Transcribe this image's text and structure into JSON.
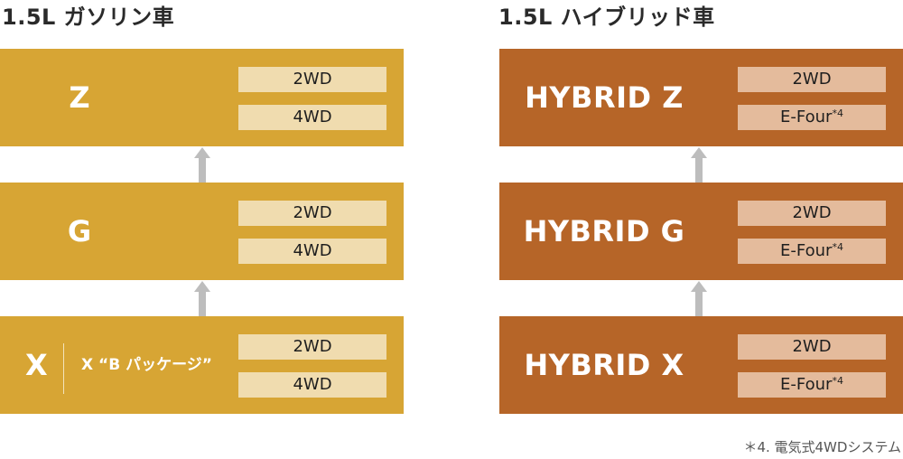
{
  "headings": {
    "gasoline": "1.5L ガソリン車",
    "hybrid": "1.5L ハイブリッド車"
  },
  "gasoline": {
    "z": {
      "grade": "Z",
      "drive_1": "2WD",
      "drive_2": "4WD"
    },
    "g": {
      "grade": "G",
      "drive_1": "2WD",
      "drive_2": "4WD"
    },
    "x": {
      "grade": "X",
      "subgrade": "X “B パッケージ”",
      "drive_1": "2WD",
      "drive_2": "4WD"
    }
  },
  "hybrid": {
    "z": {
      "grade": "HYBRID Z",
      "drive_1": "2WD",
      "drive_2": "E-Four",
      "mark": "*4"
    },
    "g": {
      "grade": "HYBRID G",
      "drive_1": "2WD",
      "drive_2": "E-Four",
      "mark": "*4"
    },
    "x": {
      "grade": "HYBRID X",
      "drive_1": "2WD",
      "drive_2": "E-Four",
      "mark": "*4"
    }
  },
  "footnote": "＊4. 電気式4WDシステム",
  "colors": {
    "gasoline_card": "#d7a534",
    "gasoline_pill": "#f0dcaf",
    "hybrid_card": "#b66528",
    "hybrid_pill": "#e4bb9c",
    "arrow": "#bdbdbd"
  },
  "icons": {
    "arrow": "arrow-up-icon"
  }
}
